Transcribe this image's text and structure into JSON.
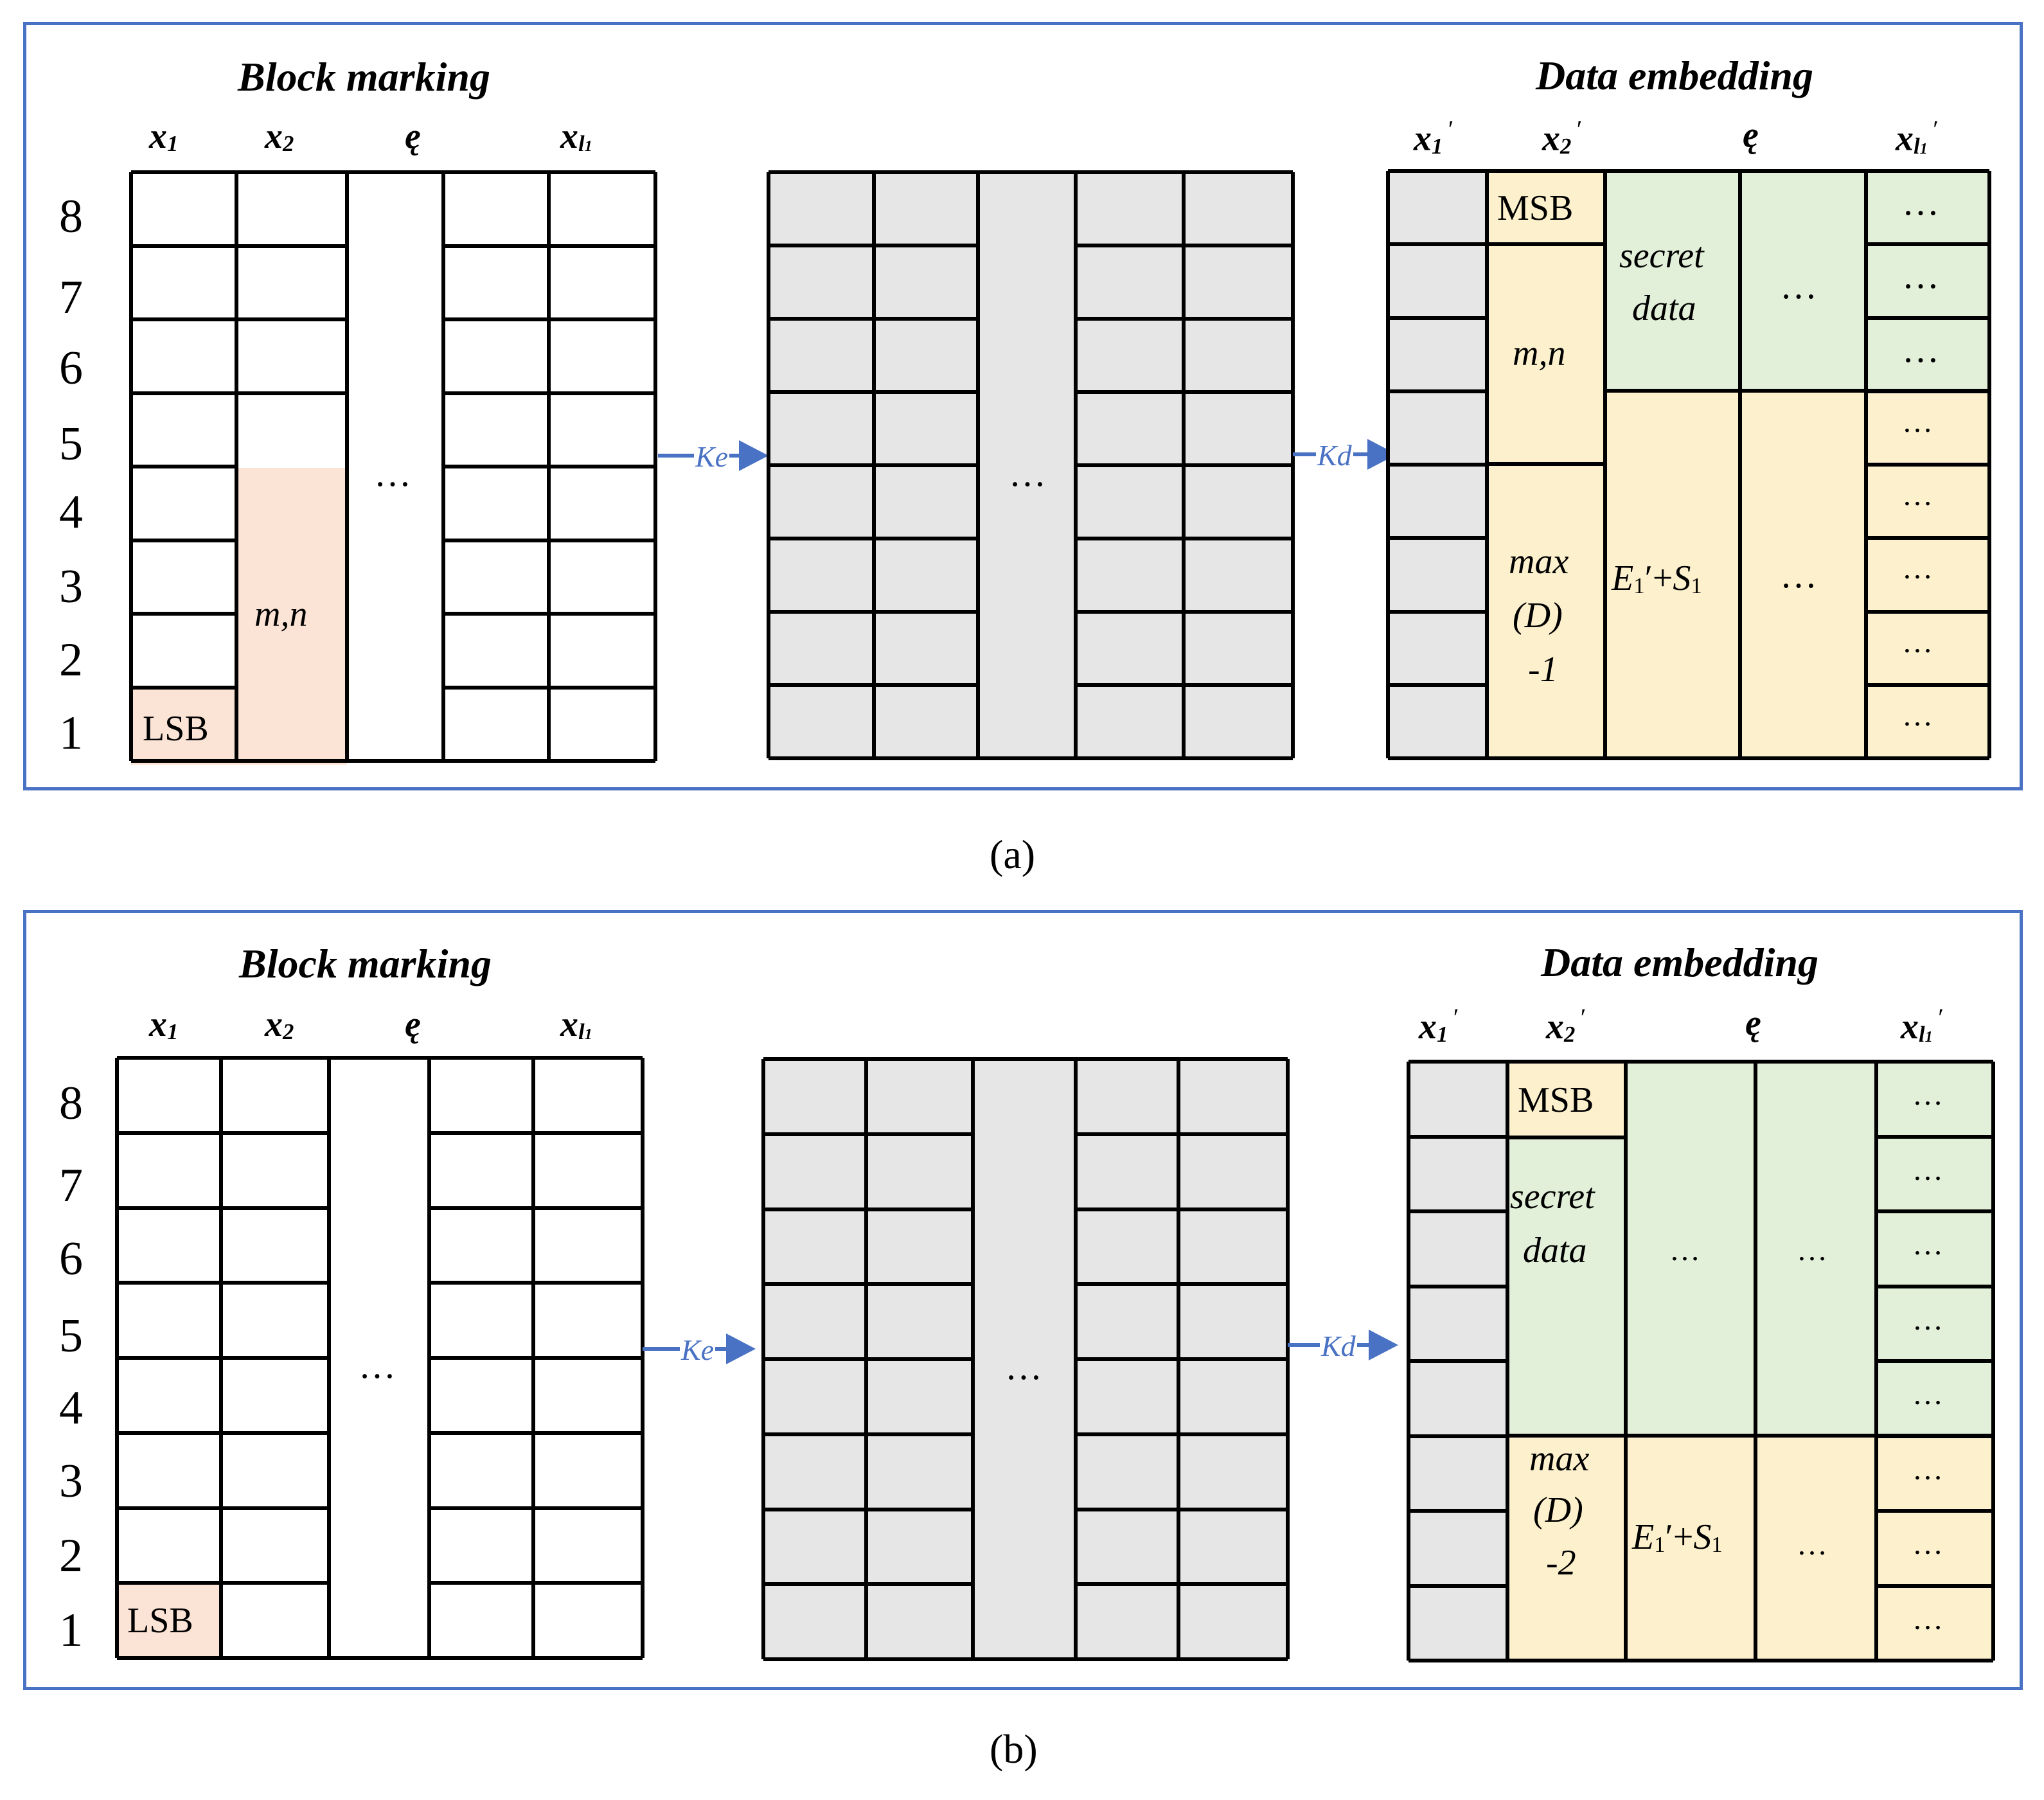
{
  "panel_a": {
    "title_left": "Block marking",
    "title_right": "Data embedding",
    "col_headers_left": [
      "x1",
      "x2",
      "ę",
      "xl1"
    ],
    "col_headers_right": [
      "x1′",
      "x2′",
      "ę",
      "xl1′"
    ],
    "row_numbers": [
      "8",
      "7",
      "6",
      "5",
      "4",
      "3",
      "2",
      "1"
    ],
    "lsb_label": "LSB",
    "mn_label": "m,n",
    "ellipsis": "…",
    "key_enc": "Ke",
    "key_dec": "Kd",
    "msb_label": "MSB",
    "secret_label_1": "secret",
    "secret_label_2": "data",
    "mn_label_right": "m,n",
    "max_label_1": "max",
    "max_label_2": "(D)",
    "max_label_3": "-1",
    "e_label": "E1′+S1",
    "caption": "(a)"
  },
  "panel_b": {
    "title_left": "Block marking",
    "title_right": "Data embedding",
    "col_headers_left": [
      "x1",
      "x2",
      "ę",
      "xl1"
    ],
    "col_headers_right": [
      "x1′",
      "x2′",
      "ę",
      "xl1′"
    ],
    "row_numbers": [
      "8",
      "7",
      "6",
      "5",
      "4",
      "3",
      "2",
      "1"
    ],
    "lsb_label": "LSB",
    "ellipsis": "…",
    "key_enc": "Ke",
    "key_dec": "Kd",
    "msb_label": "MSB",
    "secret_label_1": "secret",
    "secret_label_2": "data",
    "max_label_1": "max",
    "max_label_2": "(D)",
    "max_label_3": "-2",
    "e_label": "E1′+S1",
    "caption": "(b)"
  },
  "colors": {
    "frame": "#4a72c4",
    "grey_cell": "#e6e6e6",
    "peach_cell": "#fbe4d6",
    "yellow_cell": "#fdf1cd",
    "green_cell": "#e2efd9"
  }
}
